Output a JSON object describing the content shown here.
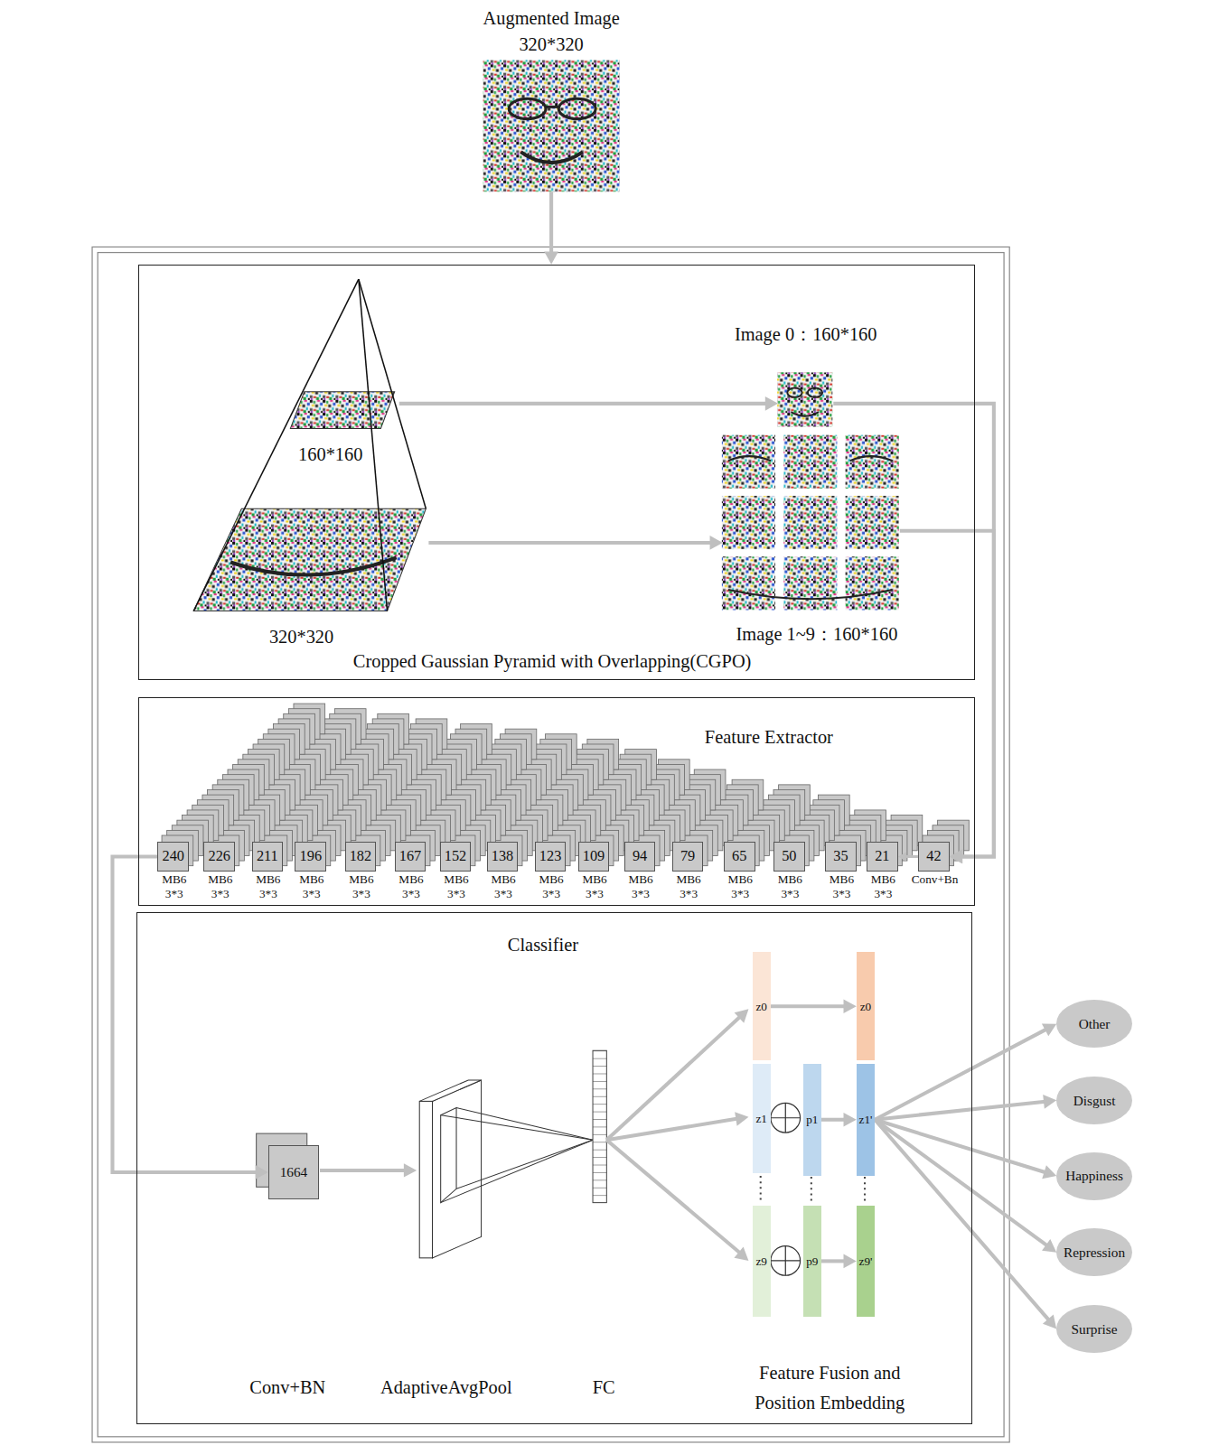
{
  "diagram": {
    "nodes": [
      {
        "text": [
          "Augmented Image 320*320"
        ]
      },
      {
        "text": [
          "Cropped Gaussian Pyramid with Overlapping(CGPO)"
        ]
      },
      {
        "text": [
          "160*160"
        ],
        "in": 1
      },
      {
        "text": [
          "320*320"
        ],
        "in": 1
      },
      {
        "text": [
          "Image 0：160*160"
        ],
        "in": 1
      },
      {
        "text": [
          "Image 1~9：160*160"
        ],
        "in": 1
      },
      {
        "text": [
          "Feature Extractor"
        ]
      },
      {
        "text": [
          "240",
          "MB6 3*3"
        ],
        "in": 6
      },
      {
        "text": [
          "226",
          "MB6 3*3"
        ],
        "in": 6
      },
      {
        "text": [
          "211",
          "MB6 3*3"
        ],
        "in": 6
      },
      {
        "text": [
          "196",
          "MB6 3*3"
        ],
        "in": 6
      },
      {
        "text": [
          "182",
          "MB6 3*3"
        ],
        "in": 6
      },
      {
        "text": [
          "167",
          "MB6 3*3"
        ],
        "in": 6
      },
      {
        "text": [
          "152",
          "MB6 3*3"
        ],
        "in": 6
      },
      {
        "text": [
          "138",
          "MB6 3*3"
        ],
        "in": 6
      },
      {
        "text": [
          "123",
          "MB6 3*3"
        ],
        "in": 6
      },
      {
        "text": [
          "109",
          "MB6 3*3"
        ],
        "in": 6
      },
      {
        "text": [
          "94",
          "MB6 3*3"
        ],
        "in": 6
      },
      {
        "text": [
          "79",
          "MB6 3*3"
        ],
        "in": 6
      },
      {
        "text": [
          "65",
          "MB6 3*3"
        ],
        "in": 6
      },
      {
        "text": [
          "50",
          "MB6 3*3"
        ],
        "in": 6
      },
      {
        "text": [
          "35",
          "MB6 3*3"
        ],
        "in": 6
      },
      {
        "text": [
          "21",
          "MB6 3*3"
        ],
        "in": 6
      },
      {
        "text": [
          "42",
          "Conv+Bn"
        ],
        "in": 6
      },
      {
        "text": [
          "Classifier"
        ]
      },
      {
        "text": [
          "1664"
        ],
        "in": 24
      },
      {
        "text": [
          "z0"
        ],
        "in": 24
      },
      {
        "text": [
          "z1"
        ],
        "in": 24
      },
      {
        "text": [
          "z9"
        ],
        "in": 24
      },
      {
        "text": [
          "p1"
        ],
        "in": 24
      },
      {
        "text": [
          "p9"
        ],
        "in": 24
      },
      {
        "text": [
          "z0"
        ],
        "in": 24
      },
      {
        "text": [
          "z1'"
        ],
        "in": 24
      },
      {
        "text": [
          "z9'"
        ],
        "in": 24
      },
      {
        "text": [
          "Other"
        ]
      },
      {
        "text": [
          "Disgust"
        ]
      },
      {
        "text": [
          "Happiness"
        ]
      },
      {
        "text": [
          "Repression"
        ]
      },
      {
        "text": [
          "Surprise"
        ]
      }
    ],
    "edges": [
      {
        "from": 0,
        "to": 1,
        "arrow": "to"
      },
      {
        "from": 2,
        "to": 4,
        "arrow": "to"
      },
      {
        "from": 3,
        "to": 5,
        "arrow": "to"
      },
      {
        "from": 4,
        "to": 23,
        "arrow": "to"
      },
      {
        "from": 5,
        "to": 23,
        "arrow": "to"
      },
      {
        "from": 23,
        "to": 22,
        "arrow": "to"
      },
      {
        "from": 7,
        "to": 25,
        "arrow": "to"
      },
      {
        "from": 26,
        "to": 31,
        "arrow": "to"
      },
      {
        "from": 29,
        "to": 32,
        "arrow": "to"
      },
      {
        "from": 30,
        "to": 33,
        "arrow": "to"
      },
      {
        "from": 32,
        "to": 34,
        "arrow": "to"
      },
      {
        "from": 32,
        "to": 35,
        "arrow": "to"
      },
      {
        "from": 32,
        "to": 36,
        "arrow": "to"
      },
      {
        "from": 32,
        "to": 37,
        "arrow": "to"
      },
      {
        "from": 32,
        "to": 38,
        "arrow": "to"
      }
    ],
    "labels": [
      "Conv+BN",
      "AdaptiveAvgPool",
      "FC",
      "Feature Fusion and Position Embedding"
    ]
  }
}
